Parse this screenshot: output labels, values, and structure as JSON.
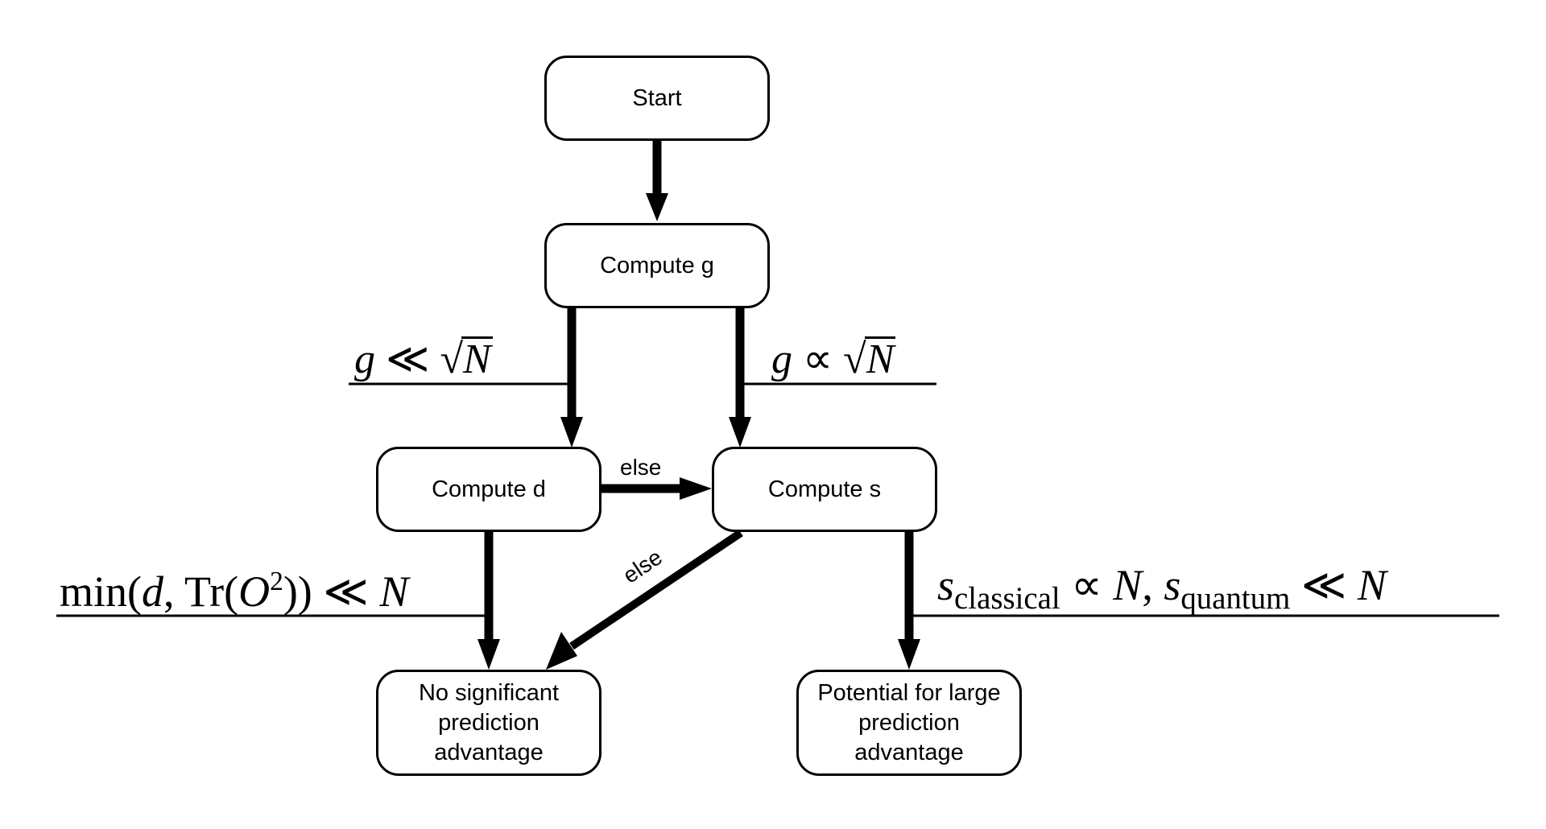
{
  "nodes": {
    "start": "Start",
    "compute_g": "Compute g",
    "compute_d": "Compute d",
    "compute_s": "Compute s",
    "no_advantage": [
      "No significant",
      "prediction",
      "advantage"
    ],
    "potential": [
      "Potential for large",
      "prediction",
      "advantage"
    ]
  },
  "edges": {
    "d_to_s": "else",
    "s_to_no_advantage": "else"
  },
  "conditions": {
    "g_small": {
      "lhs": "g",
      "op": "≪",
      "rhs": "N"
    },
    "g_prop": {
      "lhs": "g",
      "op": "∝",
      "rhs": "N"
    },
    "min_cond": {
      "func": "min(",
      "var": "d",
      "sep": ", Tr(",
      "op_var": "O",
      "exp": "2",
      "close": "))",
      "op": "≪",
      "rhs": "N"
    },
    "s_cond": {
      "s1": "s",
      "sub1": "classical",
      "op1": "∝",
      "rhs1": "N",
      "comma": ",",
      "s2": "s",
      "sub2": "quantum",
      "op2": "≪",
      "rhs2": "N"
    }
  }
}
